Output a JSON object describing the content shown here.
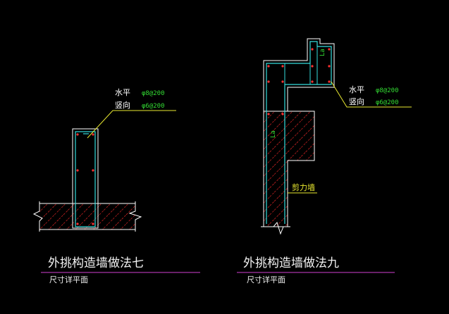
{
  "detail7": {
    "label_horizontal": "水平",
    "rebar_horizontal": "φ8@200",
    "label_vertical": "竖向",
    "rebar_vertical": "φ6@200",
    "title": "外挑构造墙做法七",
    "subtitle": "尺寸详平面"
  },
  "detail9": {
    "label_horizontal": "水平",
    "rebar_horizontal": "φ8@200",
    "label_vertical": "竖向",
    "rebar_vertical": "φ6@200",
    "anchor_top": "La",
    "anchor_side": "La",
    "shear_wall": "剪力墙",
    "title": "外挑构造墙做法九",
    "subtitle": "尺寸详平面"
  },
  "colors": {
    "background": "#000000",
    "hatch": "#ff2a2a",
    "outline": "#ffffff",
    "rebar": "#33dddd",
    "leader": "#e8e830",
    "title_line": "#d040d0"
  }
}
